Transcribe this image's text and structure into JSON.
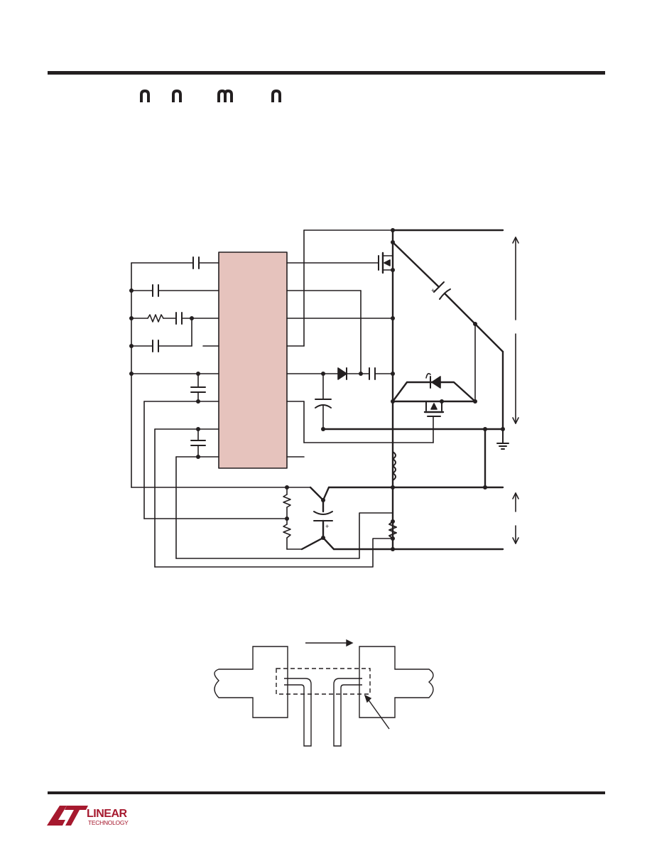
{
  "page": {
    "background": "#ffffff",
    "rule_color": "#231f20"
  },
  "header": {
    "glyphs": [
      "n",
      "n",
      "m",
      "n"
    ]
  },
  "schematic": {
    "ic_fill": "#e6c3bd",
    "wire_color": "#231f20"
  },
  "footer": {
    "logo": {
      "word1": "LINEAR",
      "word2": "TECHNOLOGY",
      "color": "#a6192e"
    }
  }
}
